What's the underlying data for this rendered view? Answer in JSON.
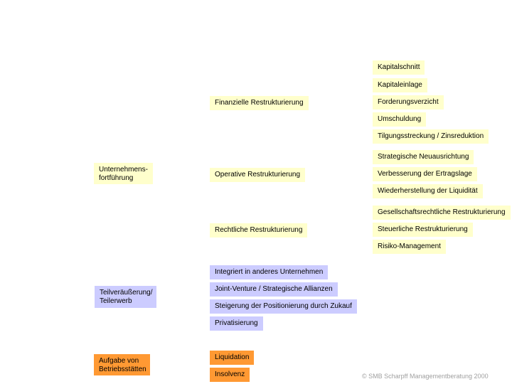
{
  "level1": {
    "fortfuehrung": "Unternehmens-\nfortführung",
    "teilveraeusserung": "Teilveräußerung/\nTeilerwerb",
    "aufgabe": "Aufgabe von\nBetriebsstätten"
  },
  "level2": {
    "finanzielle": "Finanzielle Restrukturierung",
    "operative": "Operative Restrukturierung",
    "rechtliche": "Rechtliche Restrukturierung",
    "integriert": "Integriert in anderes Unternehmen",
    "joint_venture": "Joint-Venture / Strategische Allianzen",
    "steigerung": "Steigerung der Positionierung durch Zukauf",
    "privatisierung": "Privatisierung",
    "liquidation": "Liquidation",
    "insolvenz": "Insolvenz"
  },
  "level3": {
    "kapitalschnitt": "Kapitalschnitt",
    "kapitaleinlage": "Kapitaleinlage",
    "forderungsverzicht": "Forderungsverzicht",
    "umschuldung": "Umschuldung",
    "tilgungsstreckung": "Tilgungsstreckung / Zinsreduktion",
    "neuausrichtung": "Strategische Neuausrichtung",
    "ertragslage": "Verbesserung der Ertragslage",
    "liquiditaet": "Wiederherstellung der Liquidität",
    "gesellschaftsrecht": "Gesellschaftsrechtliche Restrukturierung",
    "steuerlich": "Steuerliche Restrukturierung",
    "risiko": "Risiko-Management"
  },
  "colors": {
    "yellow": "#ffffcc",
    "lilac": "#ccccff",
    "orange": "#ff9933"
  },
  "footer": {
    "copyright": "© SMB Scharpff Managementberatung 2000"
  }
}
